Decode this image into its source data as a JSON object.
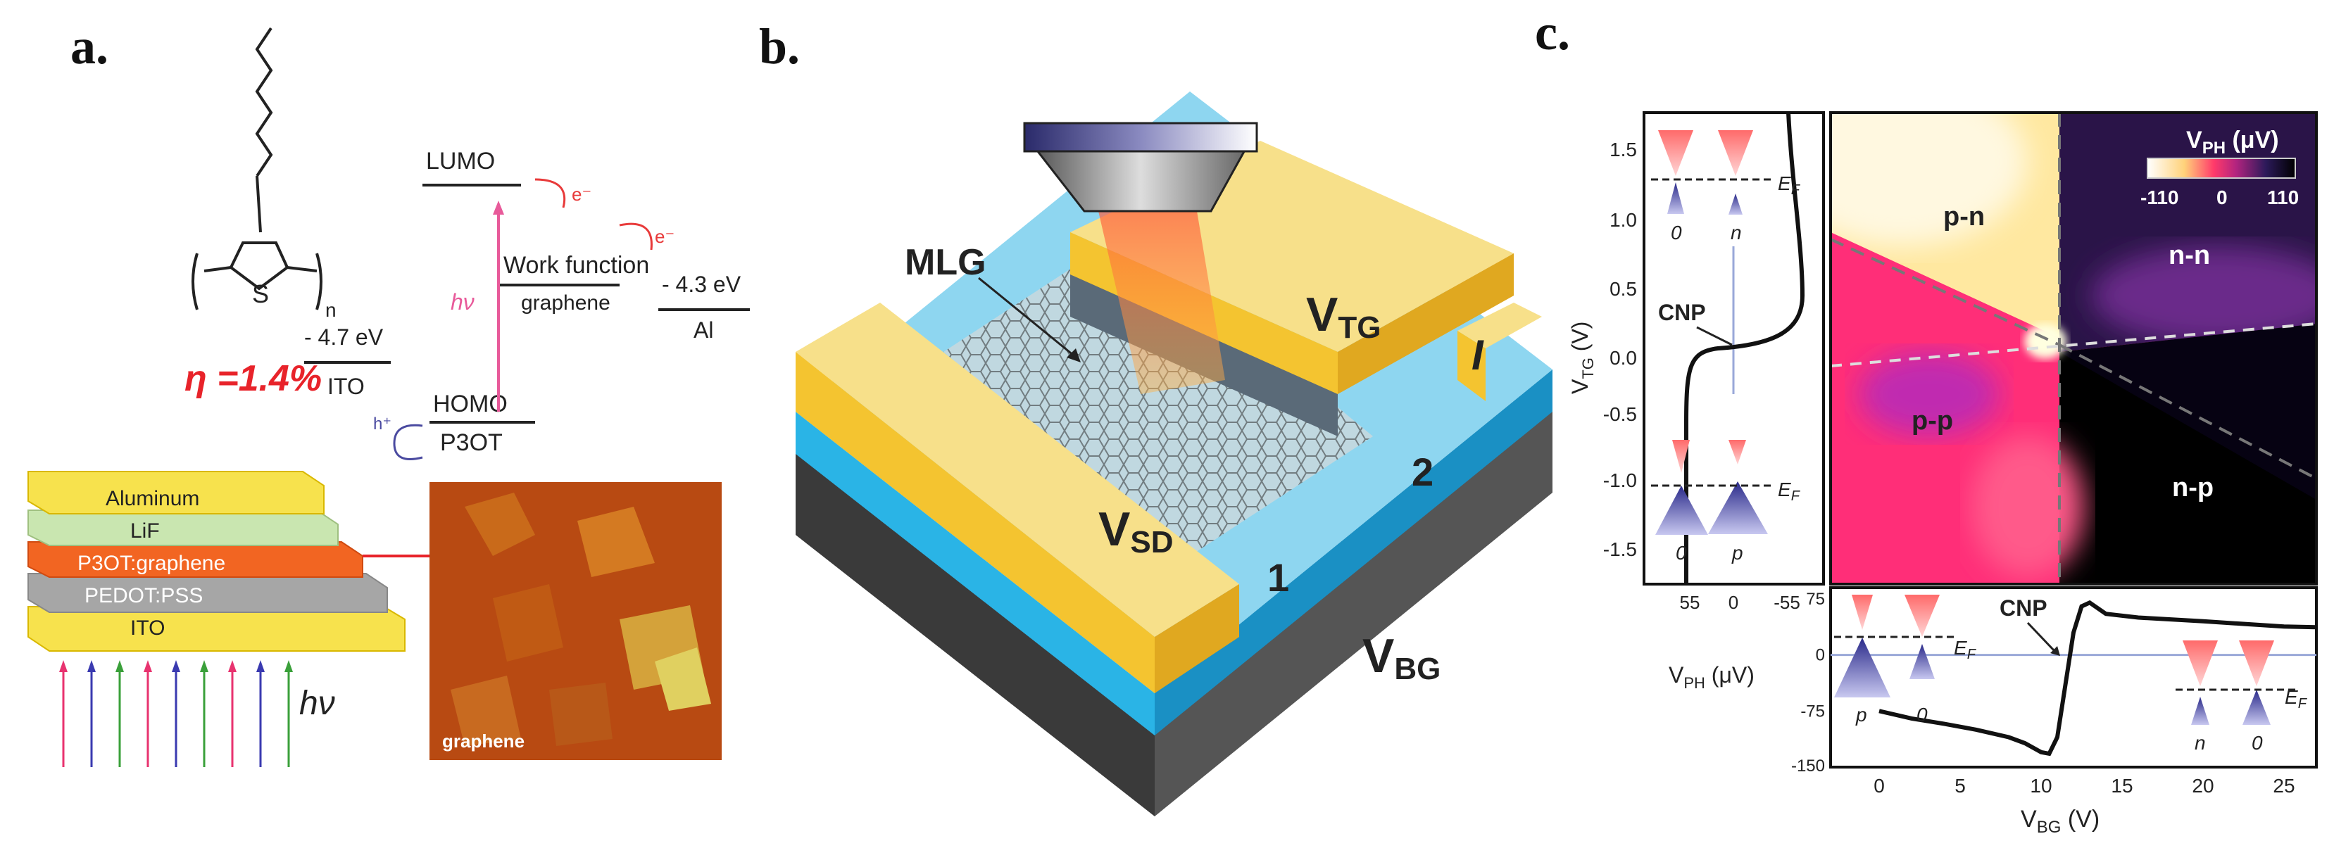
{
  "panels": {
    "a": {
      "label": "a.",
      "efficiency": "η =1.4%",
      "energy": {
        "lumo": "LUMO",
        "homo": "HOMO",
        "p3ot": "P3OT",
        "work_function": "Work function",
        "graphene": "graphene",
        "ito_value": "- 4.7 eV",
        "ito": "ITO",
        "al_value": "- 4.3 eV",
        "al": "Al",
        "hv": "hν",
        "electron": "e⁻",
        "hole": "h⁺"
      },
      "layers": [
        "Aluminum",
        "LiF",
        "P3OT:graphene",
        "PEDOT:PSS",
        "ITO"
      ],
      "afm_label": "graphene",
      "molecule_subscript": "n",
      "molecule_atom": "S",
      "light": "hν"
    },
    "b": {
      "label": "b.",
      "mlg": "MLG",
      "vtg": "V",
      "vtg_sub": "TG",
      "i_label": "I",
      "vsd": "V",
      "vsd_sub": "SD",
      "vbg": "V",
      "vbg_sub": "BG",
      "region1": "1",
      "region2": "2"
    },
    "c": {
      "label": "c.",
      "colorbar_title": "V",
      "colorbar_sub": "PH",
      "colorbar_unit": " (μV)",
      "colorbar_ticks": [
        "-110",
        "0",
        "110"
      ],
      "regions": [
        "p-n",
        "n-n",
        "p-p",
        "n-p"
      ],
      "y_axis_label": "V",
      "y_axis_sub": "TG",
      "y_axis_unit": " (V)",
      "y_ticks": [
        "1.5",
        "1.0",
        "0.5",
        "0.0",
        "-0.5",
        "-1.0",
        "-1.5"
      ],
      "x_axis_label": "V",
      "x_axis_sub": "BG",
      "x_axis_unit": " (V)",
      "x_ticks": [
        "0",
        "5",
        "10",
        "15",
        "20",
        "25"
      ],
      "left_ticks": [
        "55",
        "0",
        "-55"
      ],
      "left_label": "V",
      "left_sub": "PH",
      "left_unit": " (μV)",
      "bottom_ticks": [
        "75",
        "0",
        "-75",
        "-150"
      ],
      "cnp": "CNP",
      "ef": "E",
      "ef_sub": "F",
      "cone_labels_top": [
        "0",
        "n"
      ],
      "cone_labels_mid": [
        "0",
        "p"
      ],
      "cone_labels_bl": [
        "p",
        "0"
      ],
      "cone_labels_br": [
        "n",
        "0"
      ]
    }
  },
  "chart_data": {
    "type": "line",
    "x_label": "VBG (V)",
    "y_label": "VPH (μV)",
    "x": [
      0,
      2,
      4,
      6,
      8,
      9,
      10,
      10.5,
      11,
      11.5,
      12,
      12.5,
      13,
      14,
      16,
      20,
      25,
      27
    ],
    "y": [
      -75,
      -85,
      -92,
      -100,
      -110,
      -118,
      -130,
      -132,
      -110,
      -40,
      30,
      65,
      70,
      55,
      50,
      45,
      38,
      37
    ],
    "xlim": [
      -3,
      27
    ],
    "ylim": [
      -150,
      90
    ]
  },
  "colors": {
    "gold": "#f4c430",
    "cyan": "#2ab4e6",
    "navy": "#1a1a4e",
    "magenta": "#e8336f",
    "red_label": "#e8232a",
    "orange_layer": "#f26522",
    "green_layer": "#c9e6b0"
  }
}
